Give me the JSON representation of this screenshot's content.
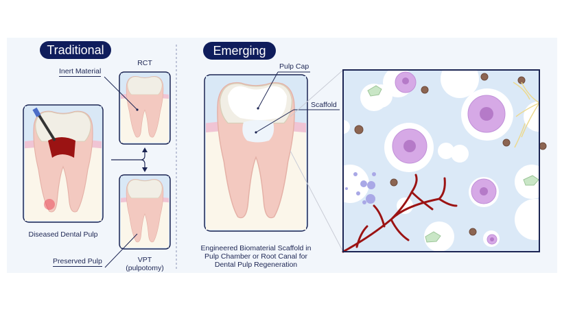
{
  "sections": {
    "traditional": "Traditional",
    "emerging": "Emerging"
  },
  "traditional": {
    "diseased_caption": "Diseased Dental Pulp",
    "rct_label": "RCT",
    "inert_material_label": "Inert Material",
    "vpt_label": "VPT",
    "vpt_sublabel": "(pulpotomy)",
    "preserved_pulp_label": "Preserved Pulp"
  },
  "emerging": {
    "pulp_cap_label": "Pulp Cap",
    "scaffold_label": "Scaffold",
    "caption_lines": [
      "Engineered Biomaterial Scaffold in",
      "Pulp Chamber or Root Canal for",
      "Dental Pulp Regeneration"
    ]
  },
  "colors": {
    "navy": "#0f1d5c",
    "panel_bg": "#f2f6fb",
    "box_fill": "#dbe9f7",
    "gum": "#f0c4d4",
    "dentin": "#f3c9c0",
    "vessel": "#9b1313",
    "cell": "#d6a9e6"
  }
}
